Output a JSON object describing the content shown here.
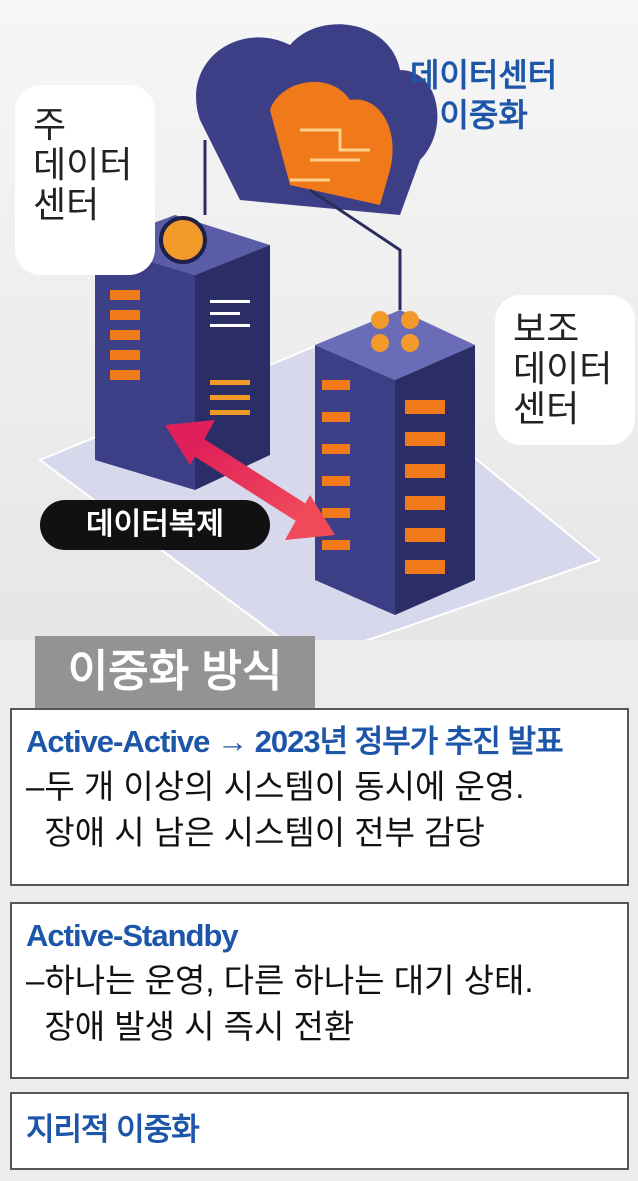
{
  "illustration": {
    "title": "데이터센터\n이중화",
    "title_lines": [
      "데이터센터",
      "이중화"
    ],
    "primary_label_lines": [
      "주",
      "데이터",
      "센터"
    ],
    "secondary_label_lines": [
      "보조",
      "데이터",
      "센터"
    ],
    "replication_label": "데이터복제",
    "colors": {
      "accent": "#1d56a8",
      "server": "#3d3f86",
      "arrow": "#e8285a",
      "cloud_core": "#f07a1a"
    }
  },
  "section": {
    "tab_label": "이중화 방식",
    "methods": [
      {
        "heading": "Active-Active → 2023년 정부가 추진 발표",
        "lines": [
          "–두 개 이상의 시스템이 동시에 운영.",
          "  장애 시 남은 시스템이 전부 감당"
        ]
      },
      {
        "heading": "Active-Standby",
        "lines": [
          "–하나는 운영, 다른 하나는 대기 상태.",
          "  장애 발생 시 즉시 전환"
        ]
      },
      {
        "heading": "지리적 이중화",
        "lines": []
      }
    ]
  }
}
